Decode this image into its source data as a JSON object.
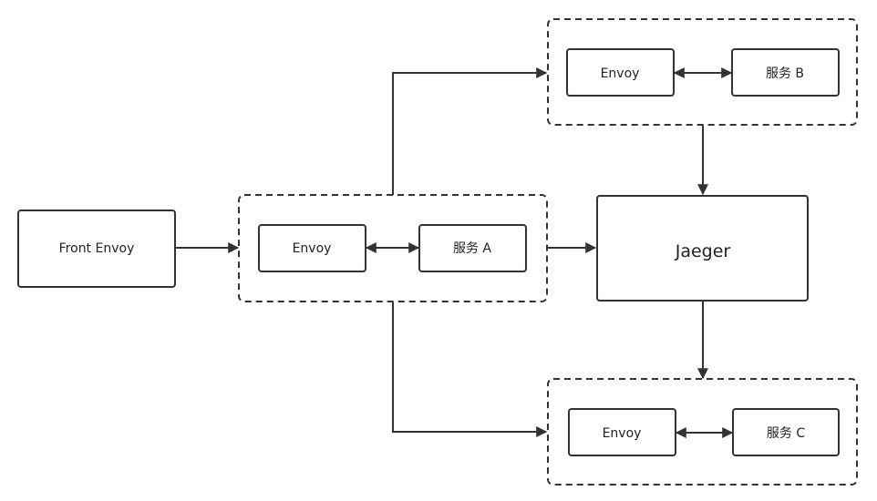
{
  "nodes": {
    "front_envoy": "Front Envoy",
    "service_a": {
      "envoy": "Envoy",
      "service": "服务 A"
    },
    "service_b": {
      "envoy": "Envoy",
      "service": "服务 B"
    },
    "service_c": {
      "envoy": "Envoy",
      "service": "服务 C"
    },
    "jaeger": "Jaeger"
  },
  "edges": [
    {
      "from": "front_envoy",
      "to": "service_a_group"
    },
    {
      "from": "service_a_group",
      "to": "service_b_group"
    },
    {
      "from": "service_a_group",
      "to": "service_c_group"
    },
    {
      "from": "service_a_group",
      "to": "jaeger"
    },
    {
      "from": "service_b_group",
      "to": "jaeger"
    },
    {
      "from": "jaeger",
      "to": "service_c_group"
    },
    {
      "from": "service_a.envoy",
      "to": "service_a.service",
      "bidirectional": true
    },
    {
      "from": "service_b.envoy",
      "to": "service_b.service",
      "bidirectional": true
    },
    {
      "from": "service_c.envoy",
      "to": "service_c.service",
      "bidirectional": true
    }
  ]
}
